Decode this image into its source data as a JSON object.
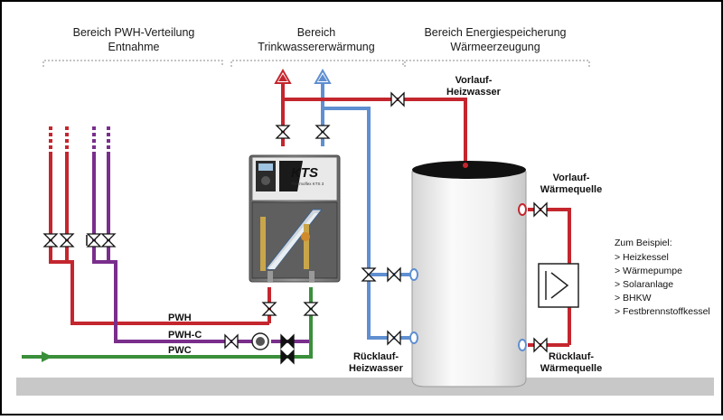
{
  "colors": {
    "hot": "#c4262e",
    "cold": "#3a8f3a",
    "circ": "#7a2e8c",
    "heat_return": "#5f8fd0",
    "floor": "#c8c8c8",
    "tank": "#efefef",
    "frame": "#000000"
  },
  "sections": [
    {
      "line1": "Bereich PWH-Verteilung",
      "line2": "Entnahme"
    },
    {
      "line1": "Bereich",
      "line2": "Trinkwassererwärmung"
    },
    {
      "line1": "Bereich Energiespeicherung",
      "line2": "Wärmeerzeugung"
    }
  ],
  "labels": {
    "vorlauf_heizwasser": {
      "line1": "Vorlauf-",
      "line2": "Heizwasser"
    },
    "vorlauf_waermequelle": {
      "line1": "Vorlauf-",
      "line2": "Wärmequelle"
    },
    "ruecklauf_heizwasser": {
      "line1": "Rücklauf-",
      "line2": "Heizwasser"
    },
    "ruecklauf_waermequelle": {
      "line1": "Rücklauf-",
      "line2": "Wärmequelle"
    },
    "pwh": "PWH",
    "pwh_c": "PWH-C",
    "pwc": "PWC"
  },
  "station": {
    "logo": "KTS",
    "model": "Thermoflex KTS 3"
  },
  "example": {
    "title": "Zum Beispiel:",
    "items": [
      "> Heizkessel",
      "> Wärmepumpe",
      "> Solaranlage",
      "> BHKW",
      "> Festbrennstoffkessel"
    ]
  },
  "icons": [
    "gate-valve-icon",
    "check-valve-icon",
    "pump-icon",
    "heat-exchanger-icon",
    "flow-arrow-icon"
  ]
}
